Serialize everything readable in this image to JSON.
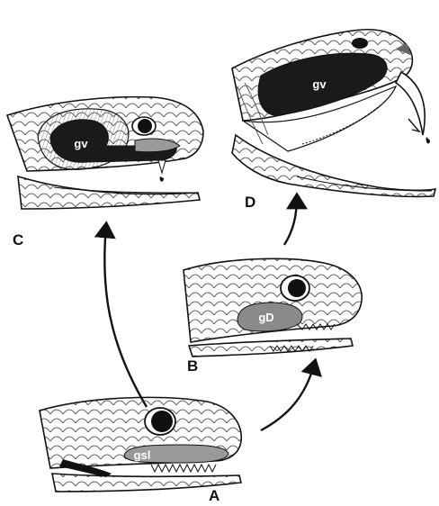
{
  "figure": {
    "panels": [
      {
        "id": "A",
        "letter": "A",
        "gland_label": "gsl",
        "gland_color": "#9a9a9a"
      },
      {
        "id": "B",
        "letter": "B",
        "gland_label": "gD",
        "gland_color": "#8a8a8a"
      },
      {
        "id": "C",
        "letter": "C",
        "gland_label": "gv",
        "gland_color": "#1a1a1a"
      },
      {
        "id": "D",
        "letter": "D",
        "gland_label": "gv",
        "gland_color": "#1a1a1a"
      }
    ],
    "colors": {
      "ink": "#111111",
      "skin": "#ffffff",
      "label_on_dark": "#ffffff",
      "label_on_gray": "#ffffff"
    },
    "arrows": [
      {
        "from": "A",
        "to": "C"
      },
      {
        "from": "A",
        "to": "B"
      },
      {
        "from": "B",
        "to": "D"
      }
    ]
  }
}
